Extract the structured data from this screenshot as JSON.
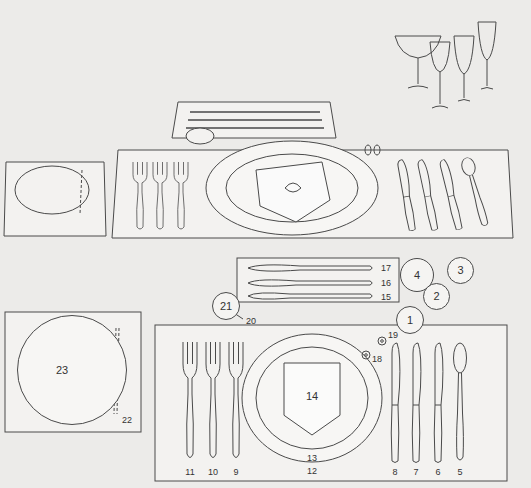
{
  "diagram": {
    "nodes": [
      {
        "text": [
          "4"
        ]
      },
      {
        "text": [
          "3"
        ]
      },
      {
        "text": [
          "2"
        ]
      },
      {
        "text": [
          "1"
        ]
      },
      {
        "text": [
          "21"
        ]
      },
      {
        "text": [
          "23"
        ]
      },
      {
        "text": [
          "14"
        ]
      }
    ],
    "labels": [
      "17",
      "16",
      "15",
      "20",
      "19",
      "18",
      "11",
      "10",
      "9",
      "13",
      "12",
      "8",
      "7",
      "6",
      "5",
      "22"
    ]
  }
}
